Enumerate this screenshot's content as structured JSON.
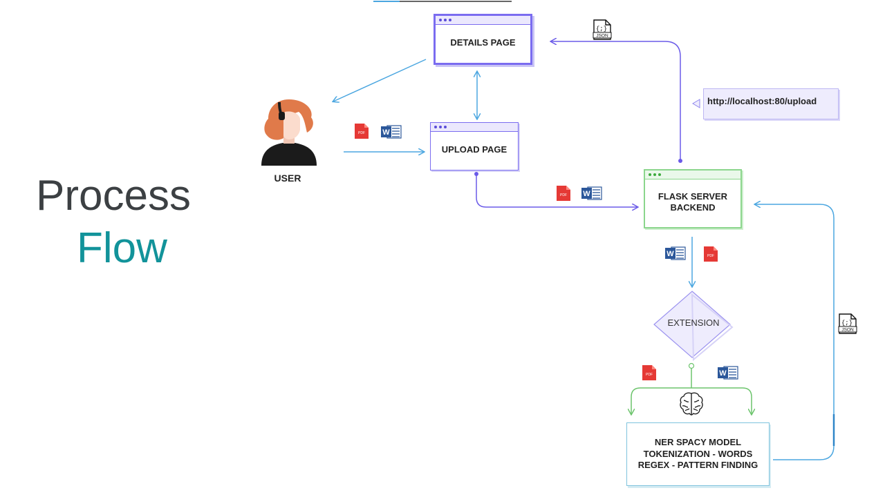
{
  "title": {
    "line1": "Process",
    "line2": "Flow"
  },
  "nodes": {
    "details_page": "DETAILS PAGE",
    "upload_page": "UPLOAD PAGE",
    "user": "USER",
    "flask_server": {
      "line1": "FLASK SERVER",
      "line2": "BACKEND"
    },
    "extension": "EXTENSION",
    "url": "http://localhost:80/upload",
    "model": {
      "line1": "NER SPACY MODEL",
      "line2": "TOKENIZATION - WORDS",
      "line3": "REGEX - PATTERN FINDING"
    }
  },
  "icons": {
    "pdf_text": "PDF",
    "word_letter": "W",
    "json_text": "JSON",
    "json_braces": "{;}"
  },
  "colors": {
    "purple": "#6a5ae8",
    "blue": "#4aa6e0",
    "green": "#6cc46c",
    "teal": "#12939a",
    "pdf_red": "#e53935",
    "word_blue": "#2b579a"
  }
}
